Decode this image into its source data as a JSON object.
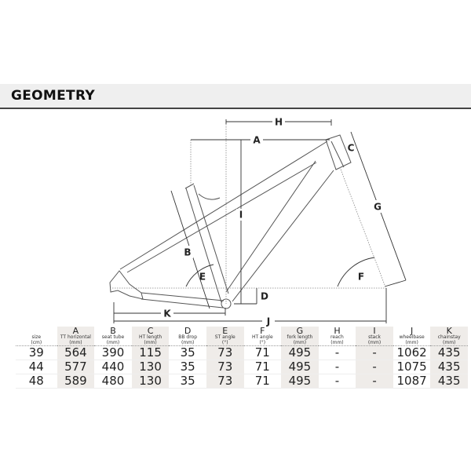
{
  "title": "GEOMETRY",
  "diagram_labels": [
    "A",
    "B",
    "C",
    "D",
    "E",
    "F",
    "G",
    "H",
    "I",
    "J",
    "K"
  ],
  "table": {
    "columns": [
      {
        "letter": "",
        "desc": "size",
        "unit": "(cm)"
      },
      {
        "letter": "A",
        "desc": "TT horizontal",
        "unit": "(mm)"
      },
      {
        "letter": "B",
        "desc": "seat tube",
        "unit": "(mm)"
      },
      {
        "letter": "C",
        "desc": "HT length",
        "unit": "(mm)"
      },
      {
        "letter": "D",
        "desc": "BB drop",
        "unit": "(mm)"
      },
      {
        "letter": "E",
        "desc": "ST angle",
        "unit": "(°)"
      },
      {
        "letter": "F",
        "desc": "HT angle",
        "unit": "(°)"
      },
      {
        "letter": "G",
        "desc": "fork length",
        "unit": "(mm)"
      },
      {
        "letter": "H",
        "desc": "reach",
        "unit": "(mm)"
      },
      {
        "letter": "I",
        "desc": "stack",
        "unit": "(mm)"
      },
      {
        "letter": "J",
        "desc": "wheelbase",
        "unit": "(mm)"
      },
      {
        "letter": "K",
        "desc": "chainstay",
        "unit": "(mm)"
      }
    ],
    "rows": [
      [
        "39",
        "564",
        "390",
        "115",
        "35",
        "73",
        "71",
        "495",
        "-",
        "-",
        "1062",
        "435"
      ],
      [
        "44",
        "577",
        "440",
        "130",
        "35",
        "73",
        "71",
        "495",
        "-",
        "-",
        "1075",
        "435"
      ],
      [
        "48",
        "589",
        "480",
        "130",
        "35",
        "73",
        "71",
        "495",
        "-",
        "-",
        "1087",
        "435"
      ]
    ]
  }
}
